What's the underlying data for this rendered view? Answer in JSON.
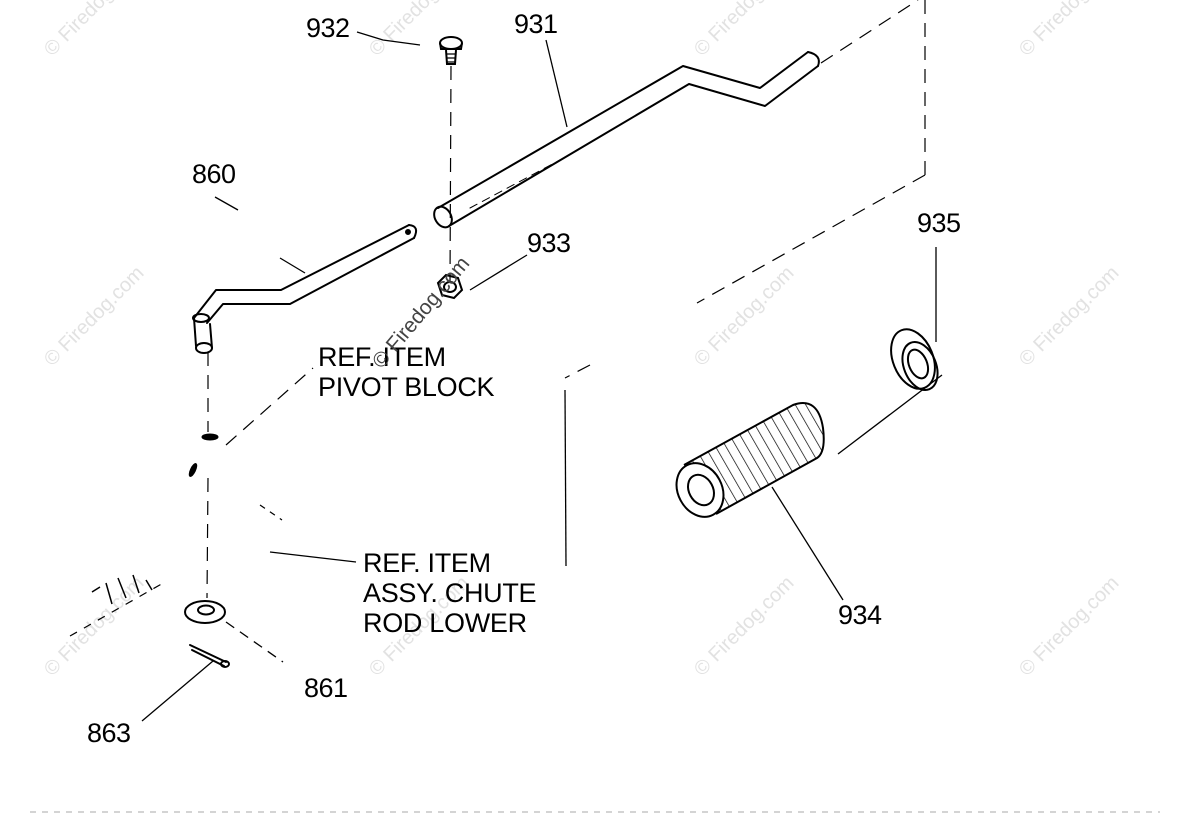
{
  "callouts": {
    "p860": "860",
    "p861": "861",
    "p863": "863",
    "p931": "931",
    "p932": "932",
    "p933": "933",
    "p934": "934",
    "p935": "935"
  },
  "notes": {
    "pivot_block": [
      "REF. ITEM",
      "PIVOT BLOCK"
    ],
    "chute_rod": [
      "REF. ITEM",
      "ASSY. CHUTE",
      "ROD LOWER"
    ]
  },
  "watermark": "© Firedog.com",
  "colors": {
    "line": "#000000",
    "watermark": "#e2e2e2"
  }
}
